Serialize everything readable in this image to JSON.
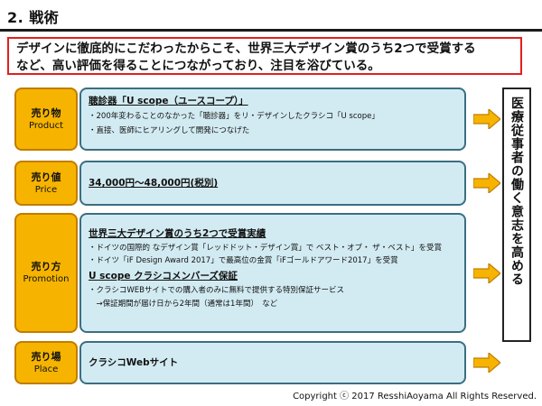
{
  "title": "2. 戦術",
  "headline": {
    "line1": "デザインに徹底的にこだわったからこそ、世界三大デザイン賞のうち2つで受賞する",
    "line2": "など、高い評価を得ることにつながっており、注目を浴びている。"
  },
  "rows": [
    {
      "label_jp": "売り物",
      "label_en": "Product",
      "title": "聴診器「U scope（ユースコープ）」",
      "lines": [
        "・200年変わることのなかった「聴診器」をリ・デザインしたクラシコ「U scope」",
        "・直接、医師にヒアリングして開発につなげた"
      ]
    },
    {
      "label_jp": "売り値",
      "label_en": "Price",
      "title": "34,000円～48,000円(税別)"
    },
    {
      "label_jp": "売り方",
      "label_en": "Promotion",
      "title": "世界三大デザイン賞のうち2つで受賞実績",
      "lines": [
        "・ドイツの国際的 なデザイン賞「レッドドット・デザイン賞」で ベスト・オブ・ ザ・ベスト」を受賞",
        "・ドイツ「iF Design Award 2017」で最高位の金賞「iFゴールドアワード2017」を受賞"
      ],
      "title2": "U scope クラシコメンバーズ保証",
      "lines2": [
        "・クラシコWEBサイトでの購入者のみに無料で提供する特別保証サービス",
        "　→保証期間が届け日から2年間（通常は1年間）　など"
      ]
    },
    {
      "label_jp": "売り場",
      "label_en": "Place",
      "title": "クラシコWebサイト"
    }
  ],
  "side_text": "医療従事者の働く意志を高める",
  "copyright": "Copyright ⓒ 2017 ResshiAoyama All Rights Reserved.",
  "colors": {
    "label_fill": "#f6b400",
    "content_fill": "#d2ebf2",
    "arrow_fill": "#f6b400",
    "headline_border": "#e21e1e"
  }
}
